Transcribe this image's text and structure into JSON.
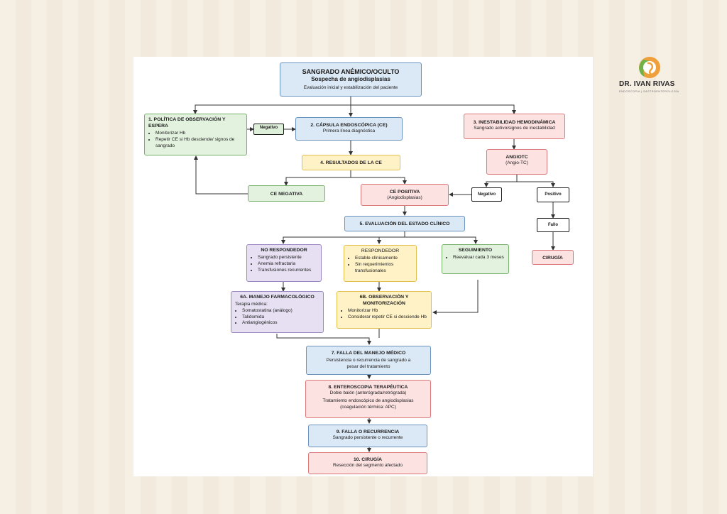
{
  "brand": {
    "name": "DR. IVAN RIVAS",
    "tagline": "ENDOSCOPIA | GASTROENTEROLOGÍA"
  },
  "colors": {
    "blue": "#dbe8f5",
    "green": "#e3f2df",
    "red": "#fde2e2",
    "yellow": "#fff2c7",
    "purple": "#e6e0f2",
    "arrow": "#333333"
  },
  "nodes": {
    "start": {
      "title": "SANGRADO ANÉMICO/OCULTO",
      "subtitle": "Sospecha de angiodisplasias",
      "text": "Evaluación inicial y estabilización del paciente"
    },
    "n1": {
      "title": "1. POLÍTICA DE OBSERVACIÓN Y ESPERA",
      "items": [
        "Monitorizar Hb",
        "Repetir CE si Hb desciende/ signos de sangrado"
      ]
    },
    "neg1": {
      "label": "Negativo"
    },
    "n2": {
      "title": "2. CÁPSULA ENDOSCÓPICA (CE)",
      "text": "Primera línea diagnóstica"
    },
    "n3": {
      "title": "3. INESTABILIDAD HEMODINÁMICA",
      "text": "Sangrado activo/signos de inestabilidad"
    },
    "angiotc": {
      "title": "ANGIOTC",
      "text": "(Angio-TC)"
    },
    "n4": {
      "title": "4. RESULTADOS DE LA CE"
    },
    "ceneg": {
      "title": "CE NEGATIVA"
    },
    "cepos": {
      "title": "CE POSITIVA",
      "text": "(Angiodisplasias)"
    },
    "neg2": {
      "label": "Negativo"
    },
    "pos": {
      "label": "Positivo"
    },
    "fallo": {
      "label": "Fallo"
    },
    "cirugia": {
      "title": "CIRUGÍA"
    },
    "n5": {
      "title": "5. EVALUACIÓN DEL ESTADO CLÍNICO"
    },
    "noresp": {
      "title": "NO RESPONDEDOR",
      "items": [
        "Sangrado persistente",
        "Anemia refractaria",
        "Transfusiones recurrentes"
      ]
    },
    "resp": {
      "title": "RESPONDEDOR",
      "items": [
        "Estable clínicamente",
        "Sin requerimientos transfusionales"
      ]
    },
    "seg": {
      "title": "SEGUIMIENTO",
      "items": [
        "Reevaluar cada 3 meses"
      ]
    },
    "n6a": {
      "title": "6A. MANEJO FARMACOLÓGICO",
      "text": "Terapia médica:",
      "items": [
        "Somatostatina (análogo)",
        "Talidomida",
        "Antiangiogénicos"
      ]
    },
    "n6b": {
      "title": "6B. OBSERVACIÓN Y MONITORIZACIÓN",
      "items": [
        "Monitorizar Hb",
        "Considerar repetir CE si desciende Hb"
      ]
    },
    "n7": {
      "title": "7. FALLA DEL MANEJO MÉDICO",
      "text": "Persistencia o recurrencia de sangrado a pesar del tratamiento"
    },
    "n8": {
      "title": "8. ENTEROSCOPIA TERAPÉUTICA",
      "text": "Doble balón (anterógrada/retrógrada)",
      "text2": "Tratamiento endoscópico de angiodisplasias (coagulación térmica: APC)"
    },
    "n9": {
      "title": "9. FALLA O RECURRENCIA",
      "text": "Sangrado persistente o recurrente"
    },
    "n10": {
      "title": "10. CIRUGÍA",
      "text": "Resección del segmento afectado"
    }
  }
}
